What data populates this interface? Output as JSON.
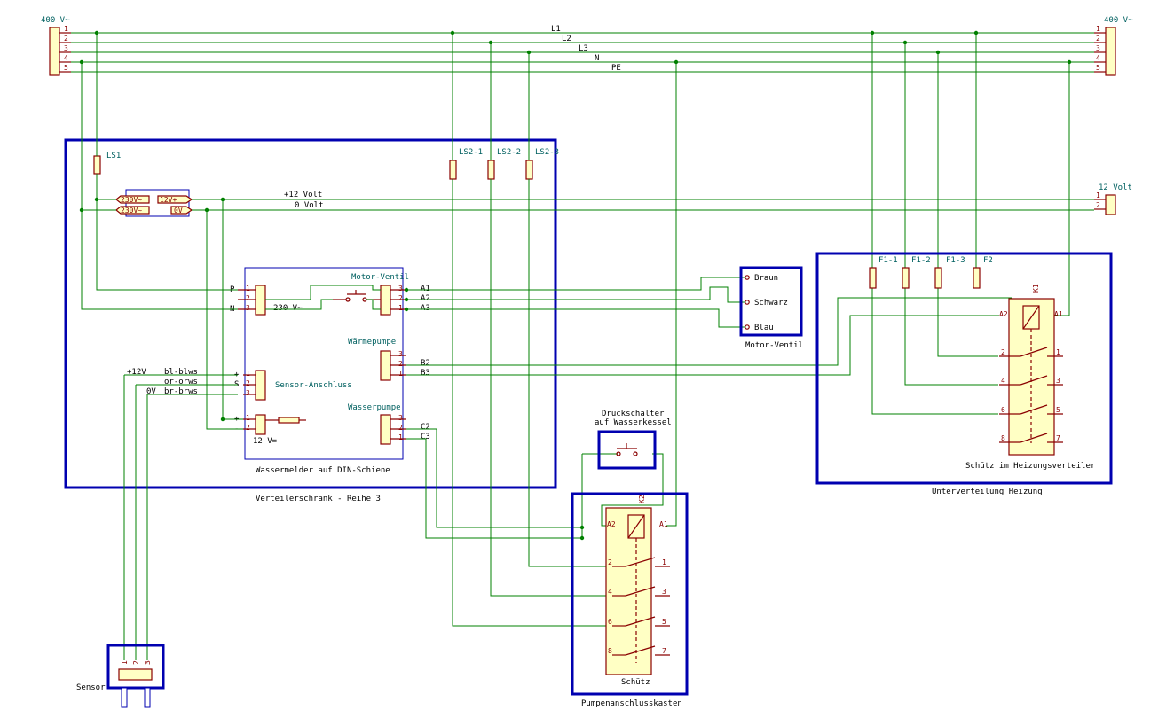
{
  "supply": {
    "left_label": "400 V~",
    "right_label": "400 V~",
    "pins": [
      "1",
      "2",
      "3",
      "4",
      "5"
    ],
    "lines": [
      "L1",
      "L2",
      "L3",
      "N",
      "PE"
    ]
  },
  "cabinet": {
    "title": "Verteilerschrank - Reihe 3",
    "ls1": "LS1",
    "ls2": [
      "LS2-1",
      "LS2-2",
      "LS2-3"
    ],
    "psu_in": [
      "230V~",
      "230V~"
    ],
    "psu_out": [
      "12V+",
      "0V"
    ],
    "v12": "+12 Volt",
    "v0": "0 Volt"
  },
  "ext12": {
    "label": "12 Volt",
    "pins": [
      "1",
      "2"
    ]
  },
  "wassermelder": {
    "title": "Wassermelder auf DIN-Schiene",
    "in_230": "230 V~",
    "in_labels": [
      "P",
      "N"
    ],
    "in_pins": [
      "1",
      "2",
      "3"
    ],
    "motor_ventil": "Motor-Ventil",
    "mv_pins": [
      "3",
      "2",
      "1"
    ],
    "mv_out": [
      "A1",
      "A2",
      "A3"
    ],
    "waermepumpe": "Wärmepumpe",
    "wp_pins": [
      "3",
      "2",
      "1"
    ],
    "wp_out": [
      "B2",
      "B3"
    ],
    "wasserpumpe": "Wasserpumpe",
    "wa_pins": [
      "3",
      "2",
      "1"
    ],
    "wa_out": [
      "C2",
      "C3"
    ],
    "sensor_anschluss": "Sensor-Anschluss",
    "sa_signs": [
      "+",
      "S",
      "-"
    ],
    "sa_pins": [
      "1",
      "2",
      "3"
    ],
    "v12_label": "12 V=",
    "v12_signs": [
      "+",
      "-"
    ],
    "v12_pins": [
      "1",
      "2"
    ]
  },
  "sensor_cable": {
    "rows": [
      [
        "+12V",
        "bl-blws"
      ],
      [
        "",
        "or-orws"
      ],
      [
        "0V",
        "br-brws"
      ]
    ]
  },
  "sensor": {
    "title": "Sensor",
    "pins": [
      "1",
      "2",
      "3"
    ]
  },
  "motorventil_ext": {
    "title": "Motor-Ventil",
    "wires": [
      "Braun",
      "Schwarz",
      "Blau"
    ]
  },
  "unterverteilung": {
    "title": "Unterverteilung Heizung",
    "fuses": [
      "F1-1",
      "F1-2",
      "F1-3",
      "F2"
    ],
    "contactor": "K1",
    "contactor_title": "Schütz im Heizungsverteiler",
    "coil": [
      "A2",
      "A1"
    ],
    "left_pins": [
      "2",
      "4",
      "6",
      "8"
    ],
    "right_pins": [
      "1",
      "3",
      "5",
      "7"
    ]
  },
  "pumpe": {
    "title": "Pumpenanschlusskasten",
    "contactor": "K2",
    "contactor_title": "Schütz",
    "coil": [
      "A2",
      "A1"
    ],
    "left_pins": [
      "2",
      "4",
      "6",
      "8"
    ],
    "right_pins": [
      "1",
      "3",
      "5",
      "7"
    ]
  },
  "druckschalter": {
    "title": [
      "Druckschalter",
      "auf Wasserkessel"
    ]
  }
}
